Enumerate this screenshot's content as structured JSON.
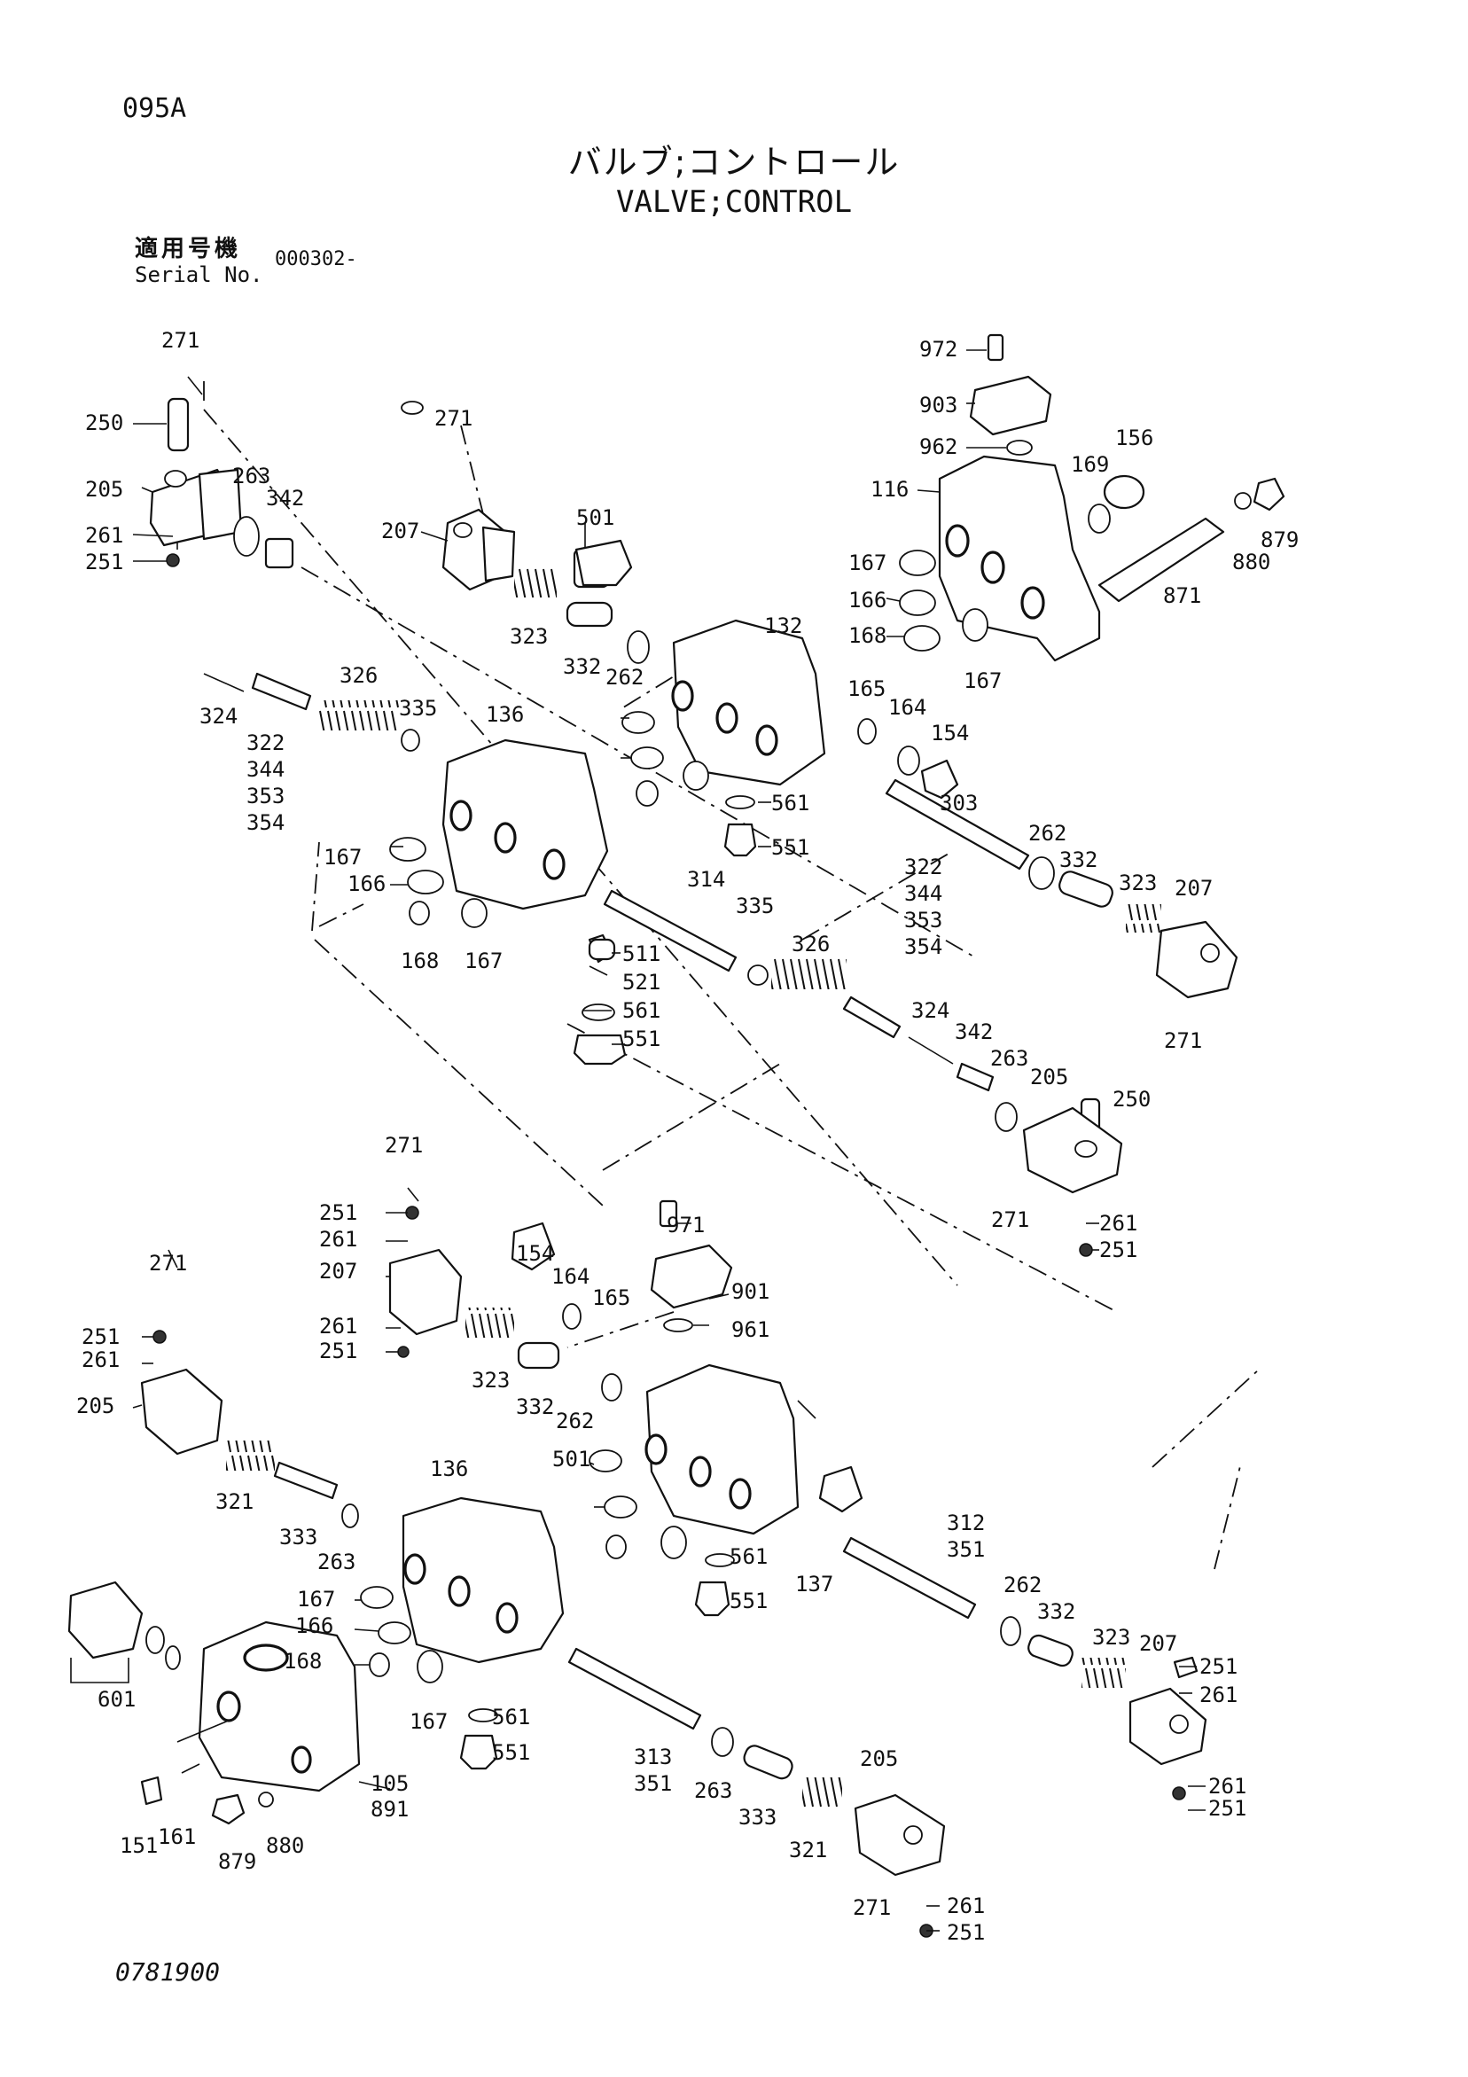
{
  "header": {
    "page_code": "095A",
    "title_jp": "バルブ;コントロール",
    "title_en": "VALVE;CONTROL",
    "serial_label_jp": "適用号機",
    "serial_label_en": "Serial No.",
    "serial_value": "000302-"
  },
  "footer": {
    "doc_code": "0781900"
  },
  "part_labels": [
    "271",
    "250",
    "205",
    "263",
    "342",
    "261",
    "251",
    "271",
    "207",
    "323",
    "501",
    "332",
    "262",
    "972",
    "903",
    "962",
    "156",
    "169",
    "116",
    "879",
    "880",
    "871",
    "167",
    "166",
    "168",
    "167",
    "132",
    "324",
    "322",
    "344",
    "353",
    "354",
    "326",
    "335",
    "136",
    "167",
    "166",
    "168",
    "167",
    "165",
    "164",
    "154",
    "561",
    "551",
    "303",
    "262",
    "332",
    "323",
    "207",
    "271",
    "511",
    "521",
    "561",
    "551",
    "314",
    "335",
    "322",
    "344",
    "353",
    "354",
    "326",
    "324",
    "342",
    "263",
    "205",
    "250",
    "271",
    "261",
    "251",
    "271",
    "251",
    "261",
    "207",
    "261",
    "251",
    "971",
    "154",
    "164",
    "165",
    "901",
    "961",
    "271",
    "251",
    "261",
    "205",
    "323",
    "332",
    "262",
    "321",
    "333",
    "263",
    "136",
    "167",
    "166",
    "168",
    "167",
    "501",
    "561",
    "551",
    "137",
    "312",
    "351",
    "262",
    "332",
    "323",
    "207",
    "251",
    "261",
    "601",
    "561",
    "551",
    "313",
    "351",
    "263",
    "333",
    "321",
    "205",
    "271",
    "261",
    "251",
    "261",
    "251",
    "105",
    "891",
    "151",
    "161",
    "879",
    "880"
  ]
}
